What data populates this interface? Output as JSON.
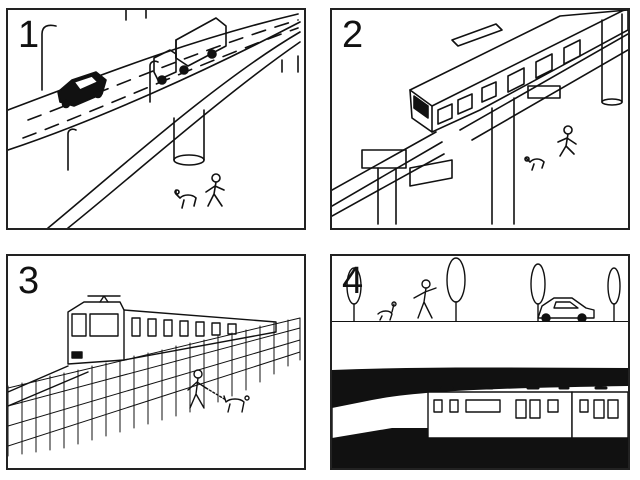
{
  "panels": [
    {
      "number": "1",
      "subject": "elevated-highway"
    },
    {
      "number": "2",
      "subject": "elevated-monorail"
    },
    {
      "number": "3",
      "subject": "fenced-ground-railway"
    },
    {
      "number": "4",
      "subject": "underground-railway"
    }
  ],
  "colors": {
    "ink": "#111111",
    "paper": "#ffffff"
  }
}
